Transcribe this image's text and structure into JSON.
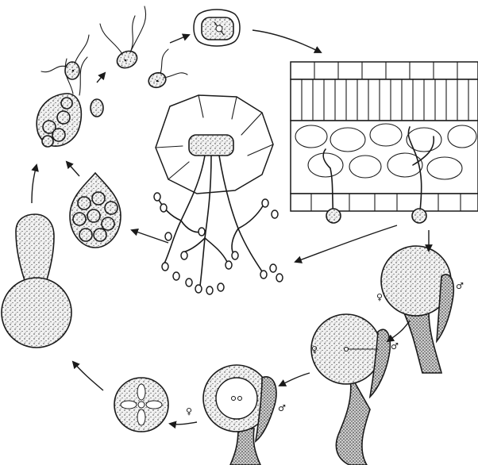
{
  "figure": {
    "stages": [
      {
        "name": "zoospore-release",
        "symbol": ""
      },
      {
        "name": "free-zoospores",
        "symbol": ""
      },
      {
        "name": "encysted-zoospore-in-host-cell",
        "symbol": ""
      },
      {
        "name": "infected-host-leaf-section",
        "symbol": ""
      },
      {
        "name": "female-gametangium",
        "symbol": "♀"
      },
      {
        "name": "male-gametangium",
        "symbol": "♂"
      },
      {
        "name": "fertilization",
        "symbol": ""
      },
      {
        "name": "oospore",
        "symbol": ""
      },
      {
        "name": "germinating-oospore",
        "symbol": ""
      },
      {
        "name": "zoosporangium",
        "symbol": ""
      },
      {
        "name": "sporangiophores-from-stomata",
        "symbol": ""
      }
    ],
    "sex_symbols": {
      "female": "♀",
      "male": "♂"
    }
  }
}
